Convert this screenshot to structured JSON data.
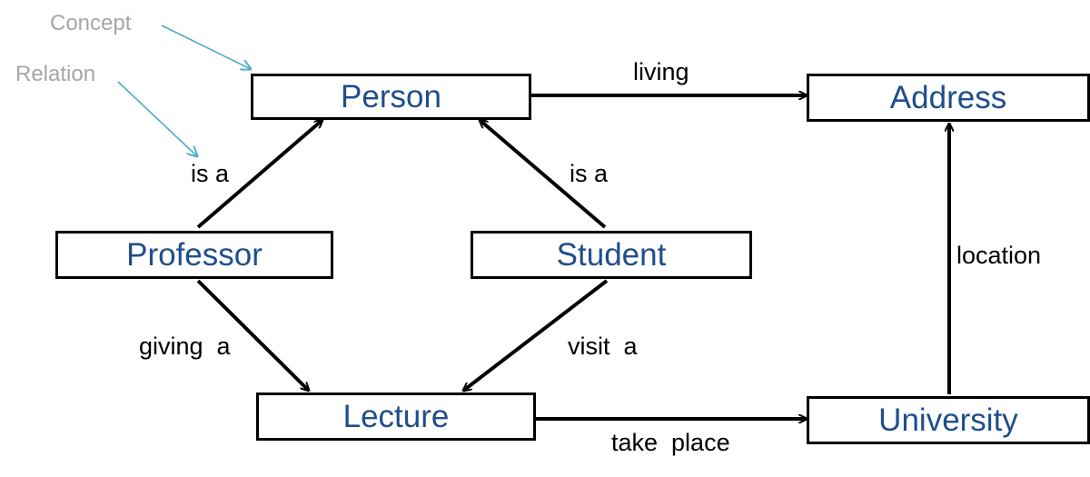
{
  "legend": {
    "concept_label": "Concept",
    "relation_label": "Relation"
  },
  "concepts": {
    "person": "Person",
    "address": "Address",
    "professor": "Professor",
    "student": "Student",
    "lecture": "Lecture",
    "university": "University"
  },
  "relations": {
    "living": "living",
    "professor_is_a": "is a",
    "student_is_a": "is a",
    "location": "location",
    "giving_a": "giving  a",
    "visit_a": "visit  a",
    "take_place": "take  place"
  },
  "colors": {
    "concept_text": "#1f4e8c",
    "box_border": "#000000",
    "relation_text": "#000000",
    "legend_text": "#a6a6a6",
    "legend_arrow": "#4bacc6"
  }
}
